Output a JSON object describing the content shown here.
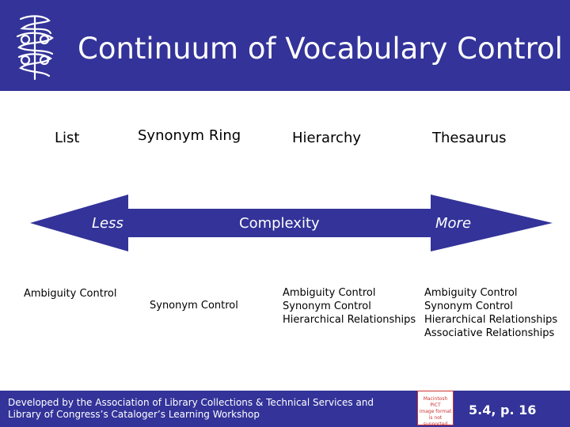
{
  "header": {
    "title": "Continuum of Vocabulary Control",
    "logo_icon": "flourish-logo-icon"
  },
  "stages": [
    {
      "label": "List"
    },
    {
      "label": "Synonym Ring"
    },
    {
      "label": "Hierarchy"
    },
    {
      "label": "Thesaurus"
    }
  ],
  "arrow": {
    "left_label": "Less",
    "center_label": "Complexity",
    "right_label": "More",
    "color": "#333399"
  },
  "controls": {
    "list": [
      "Ambiguity Control"
    ],
    "synonym_ring": [
      "Synonym Control"
    ],
    "hierarchy": [
      "Ambiguity Control",
      "Synonym Control",
      "Hierarchical Relationships"
    ],
    "thesaurus": [
      "Ambiguity Control",
      "Synonym Control",
      "Hierarchical Relationships",
      "Associative Relationships"
    ]
  },
  "footer": {
    "credit_line1": "Developed by the Association of Library Collections & Technical Services and",
    "credit_line2": "Library of Congress’s Cataloger’s Learning Workshop",
    "pict_line1": "Macintosh PICT",
    "pict_line2": "image format",
    "pict_line3": "is not supported",
    "page_ref": "5.4,  p. 16"
  },
  "colors": {
    "brand": "#333399",
    "background": "#ffffff"
  }
}
